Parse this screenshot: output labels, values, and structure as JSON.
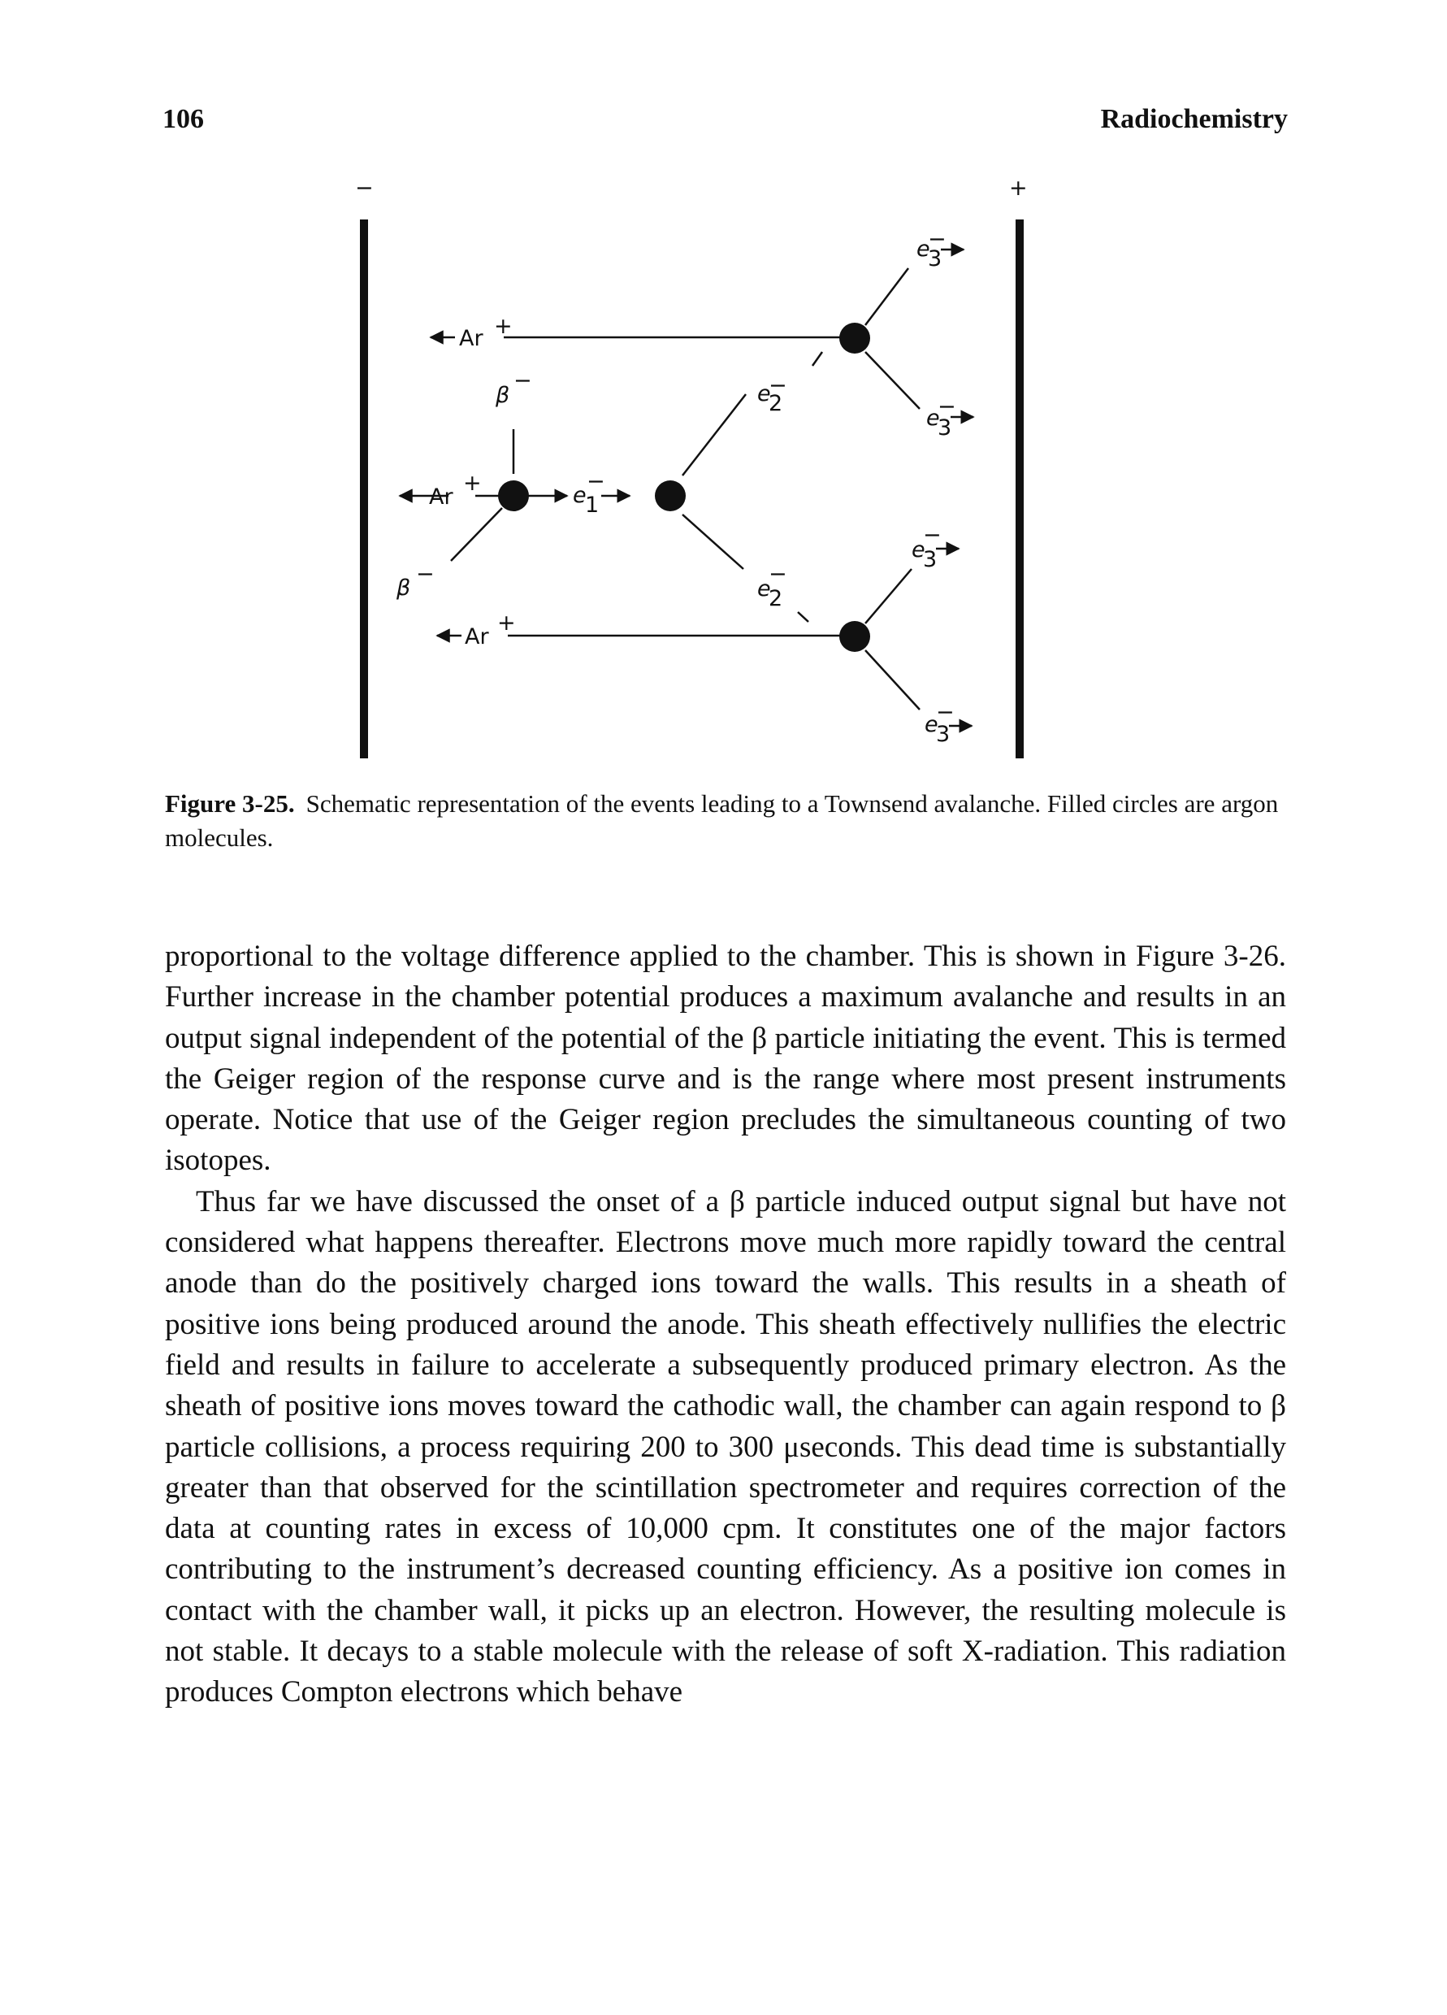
{
  "header": {
    "page_number": "106",
    "running_head": "Radiochemistry"
  },
  "figure": {
    "polarity_negative": "−",
    "polarity_positive": "+",
    "ar_ion_label": "Ar",
    "beta_label": "β",
    "electron_label": "e",
    "ion_charge": "+",
    "particle_charge": "−",
    "subscript_1": "1",
    "subscript_2": "2",
    "subscript_3": "3"
  },
  "caption": {
    "label": "Figure 3-25.",
    "text": "Schematic representation of the events leading to a Townsend avalanche. Filled circles are argon molecules."
  },
  "paragraphs": [
    "proportional to the voltage difference applied to the chamber. This is shown in Figure 3-26. Further increase in the chamber potential produces a maximum avalanche and results in an output signal independent of the potential of the β particle initiating the event. This is termed the Geiger region of the response curve and is the range where most present instruments operate. Notice that use of the Geiger region precludes the simultaneous counting of two isotopes.",
    "Thus far we have discussed the onset of a β particle induced output signal but have not considered what happens thereafter. Electrons move much more rapidly toward the central anode than do the positively charged ions toward the walls. This results in a sheath of positive ions being produced around the anode. This sheath effectively nullifies the electric field and results in failure to accelerate a subsequently produced primary electron. As the sheath of positive ions moves toward the cathodic wall, the chamber can again respond to β particle collisions, a process requiring 200 to 300 μseconds. This dead time is substantially greater than that observed for the scintillation spectrometer and requires correction of the data at counting rates in excess of 10,000 cpm. It constitutes one of the major factors contributing to the instrument’s decreased counting efficiency. As a positive ion comes in contact with the chamber wall, it picks up an electron. However, the resulting molecule is not stable. It decays to a stable molecule with the release of soft X-radiation. This radiation produces Compton electrons which behave"
  ]
}
